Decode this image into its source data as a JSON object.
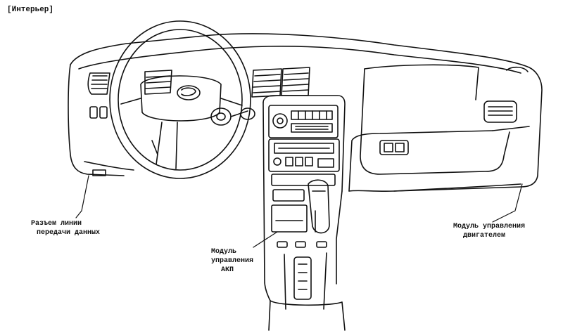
{
  "title": "[Интерьер]",
  "callouts": {
    "diagnostic_connector": {
      "line1": "Разъем линии",
      "line2": "передачи данных"
    },
    "tcm": {
      "line1": "Модуль",
      "line2": "управления",
      "line3": "АКП"
    },
    "ecm": {
      "line1": "Модуль управления",
      "line2": "двигателем"
    }
  },
  "colors": {
    "ink": "#111111",
    "paper": "#ffffff"
  }
}
